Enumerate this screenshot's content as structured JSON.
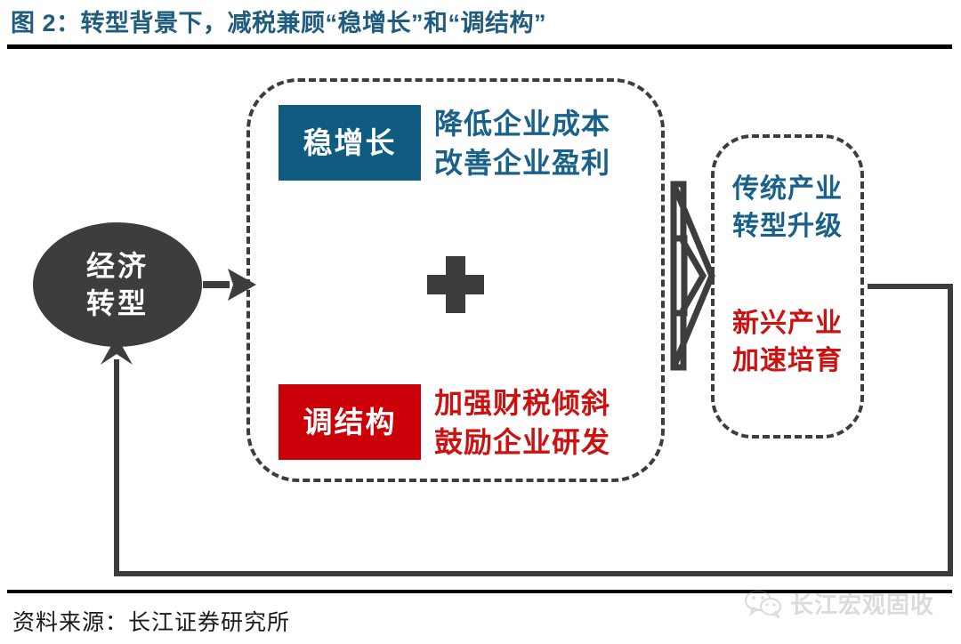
{
  "figure": {
    "title": "图 2：转型背景下，减税兼顾“稳增长”和“调结构”",
    "source_note": "资料来源：长江证券研究所"
  },
  "colors": {
    "title_blue": "#1F5C7F",
    "box_blue": "#0F5C80",
    "box_red": "#CC0008",
    "text_blue": "#18618A",
    "text_red": "#CC1111",
    "dark_gray": "#3D3D3D"
  },
  "driver": {
    "label": "经济\n转型",
    "line1": "经济",
    "line2": "转型"
  },
  "policy": {
    "stable_growth": {
      "tag": "稳增长",
      "description": "降低企业成本\n改善企业盈利"
    },
    "operator": "+",
    "structure_adjustment": {
      "tag": "调结构",
      "description": "加强财税倾斜\n鼓励企业研发"
    }
  },
  "outcome": {
    "traditional": "传统产业\n转型升级",
    "emerging": "新兴产业\n加速培育"
  },
  "watermark": {
    "label": "长江宏观固收",
    "icon": "wechat-icon"
  }
}
